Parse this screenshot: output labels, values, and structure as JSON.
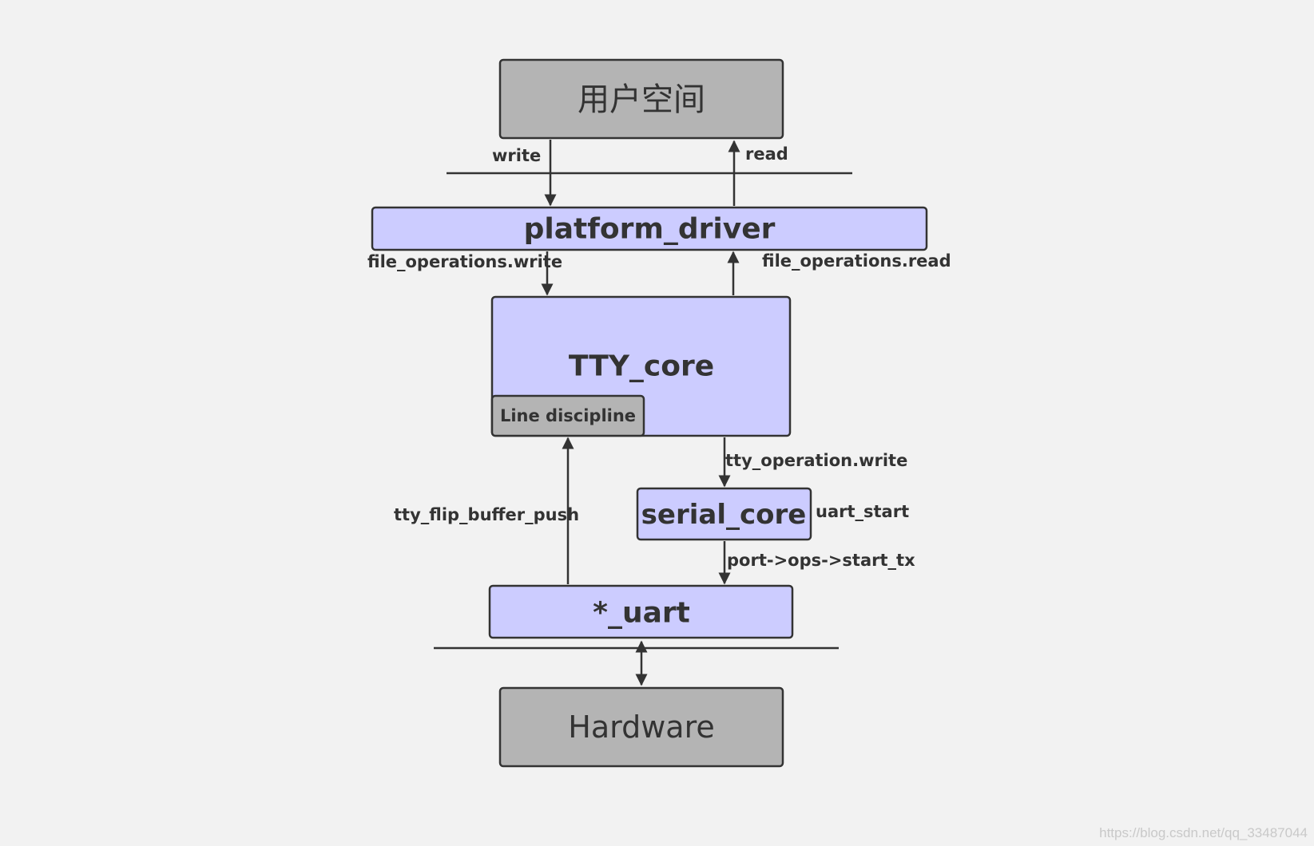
{
  "boxes": {
    "user_space": "用户空间",
    "platform_driver": "platform_driver",
    "tty_core": "TTY_core",
    "line_discipline": "Line discipline",
    "serial_core": "serial_core",
    "uart": "*_uart",
    "hardware": "Hardware"
  },
  "edges": {
    "write": "write",
    "read": "read",
    "fops_write": "file_operations.write",
    "fops_read": "file_operations.read",
    "tty_op_write": "tty_operation.write",
    "uart_start": "uart_start",
    "start_tx": "port->ops->start_tx",
    "flip_push": "tty_flip_buffer_push"
  },
  "colors": {
    "gray_box": "#b4b4b4",
    "blue_box": "#ccccff",
    "stroke": "#333333",
    "background": "#f2f2f2"
  },
  "watermark": "https://blog.csdn.net/qq_33487044"
}
